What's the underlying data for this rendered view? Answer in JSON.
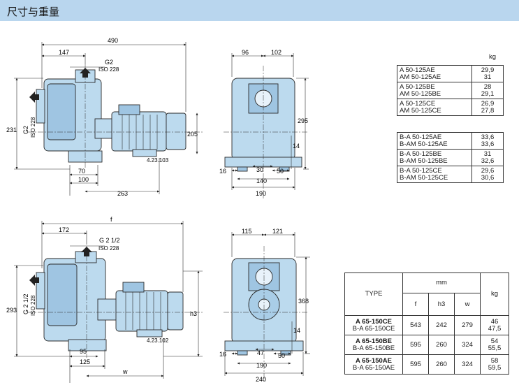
{
  "header": {
    "title": "尺寸与重量"
  },
  "drawing_top": {
    "dim_490": "490",
    "dim_147": "147",
    "g2": "G2",
    "iso228": "ISO 228",
    "g2_v": "G2",
    "iso228_v": "ISO 228",
    "dim_231": "231",
    "dim_205": "205",
    "dim_70": "70",
    "dim_100": "100",
    "dim_263": "263",
    "ref": "4.23.103"
  },
  "drawing_top_front": {
    "dim_96": "96",
    "dim_102": "102",
    "dim_295": "295",
    "dim_14": "14",
    "dim_16": "16",
    "dim_30": "30",
    "dim_50": "50",
    "dim_140": "140",
    "dim_190": "190"
  },
  "drawing_bottom": {
    "dim_f": "f",
    "dim_172": "172",
    "g212": "G 2 1/2",
    "iso228": "ISO 228",
    "g212_v": "G 2 1/2",
    "iso228_v": "ISO 228",
    "dim_293": "293",
    "dim_h3": "h3",
    "dim_95": "95",
    "dim_125": "125",
    "dim_w": "w",
    "ref": "4.23.102"
  },
  "drawing_bottom_front": {
    "dim_115": "115",
    "dim_121": "121",
    "dim_368": "368",
    "dim_14": "14",
    "dim_16": "16",
    "dim_47": "47",
    "dim_50": "50",
    "dim_190": "190",
    "dim_240": "240"
  },
  "weights": {
    "unit": "kg",
    "group1": [
      {
        "models": [
          "A    50-125AE",
          "AM 50-125AE"
        ],
        "kg": [
          "29,9",
          "31"
        ]
      },
      {
        "models": [
          "A    50-125BE",
          "AM 50-125BE"
        ],
        "kg": [
          "28",
          "29,1"
        ]
      },
      {
        "models": [
          "A    50-125CE",
          "AM 50-125CE"
        ],
        "kg": [
          "26,9",
          "27,8"
        ]
      }
    ],
    "group2": [
      {
        "models": [
          "B-A    50-125AE",
          "B-AM 50-125AE"
        ],
        "kg": [
          "33,6",
          "33,6"
        ]
      },
      {
        "models": [
          "B-A    50-125BE",
          "B-AM 50-125BE"
        ],
        "kg": [
          "31",
          "32,6"
        ]
      },
      {
        "models": [
          "B-A    50-125CE",
          "B-AM 50-125CE"
        ],
        "kg": [
          "29,6",
          "30,6"
        ]
      }
    ]
  },
  "table2": {
    "type_label": "TYPE",
    "mm_label": "mm",
    "kg_label": "kg",
    "cols": [
      "f",
      "h3",
      "w"
    ],
    "rows": [
      {
        "type": [
          "A 65-150CE",
          "B-A 65-150CE"
        ],
        "f": "543",
        "h3": "242",
        "w": "279",
        "kg": [
          "46",
          "47,5"
        ]
      },
      {
        "type": [
          "A 65-150BE",
          "B-A 65-150BE"
        ],
        "f": "595",
        "h3": "260",
        "w": "324",
        "kg": [
          "54",
          "55,5"
        ]
      },
      {
        "type": [
          "A 65-150AE",
          "B-A 65-150AE"
        ],
        "f": "595",
        "h3": "260",
        "w": "324",
        "kg": [
          "58",
          "59,5"
        ]
      }
    ]
  }
}
